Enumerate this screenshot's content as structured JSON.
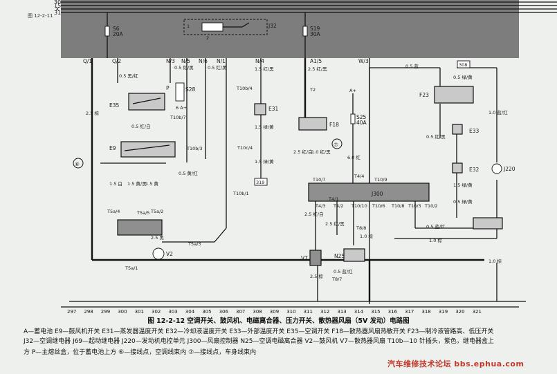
{
  "bus": {
    "lines": [
      "30",
      "15",
      "X",
      "31"
    ],
    "margin_fig_top": "图 12-2-11"
  },
  "fuses": [
    {
      "id": "S6",
      "rating": "20A"
    },
    {
      "id": "S19",
      "rating": "30A"
    },
    {
      "id": "S25",
      "rating": "40A"
    }
  ],
  "relay": {
    "id": "J32",
    "pins": [
      "1",
      "2"
    ]
  },
  "wire_tags": [
    "Q/1",
    "Q/2",
    "N/3",
    "N/5",
    "N/6",
    "N/1",
    "N/4",
    "A1/5",
    "W/3"
  ],
  "components": {
    "E35": "E35",
    "E9": "E9",
    "E31": "E31",
    "F18": "F18",
    "F23": "F23",
    "E33": "E33",
    "E32": "E32",
    "J220": "J220",
    "J300": "J300",
    "V2": "V2",
    "V7": "V7",
    "N25": "N25",
    "P": "P",
    "S28": "S28"
  },
  "connectors": [
    "T10b/7",
    "T10b/4",
    "T10b/3",
    "T10b/1",
    "T10c/4",
    "T2",
    "T5a/4",
    "T5a/5",
    "T5a/2",
    "T5a/3",
    "T5a/1",
    "T8/8",
    "T8/7",
    "T10/7",
    "T10/9",
    "T10/10",
    "T10/6",
    "T10/8",
    "T10/3",
    "T10/2",
    "T4/4",
    "T4/3",
    "T4/2",
    "T4/1"
  ],
  "wire_labels": [
    "0.5 黑/红",
    "0.5 红/黑",
    "1.5 红/黑",
    "2.5 红/黑",
    "0.5 红/黑",
    "2.5 棕",
    "0.5 红/白",
    "1.5 白",
    "1.5 黄/黑",
    "1.5 黄",
    "0.5 黄/红",
    "1.5 绿/黄",
    "1.5 绿/黄",
    "2.5 红/白",
    "1.0 红/黑",
    "6.0 红",
    "0.5 蓝",
    "0.5 绿/黄",
    "1.0 蓝/红",
    "2.5 红/白",
    "2.5 红/黑",
    "1.0 棕",
    "2.5 棕",
    "0.5 蓝/红",
    "0.5 绿/黄",
    "1.0 棕",
    "1.0 棕",
    "0.5 蓝/红",
    "0.5 红/黑",
    "2.5 黑",
    "1.5 绿/黄"
  ],
  "markers": {
    "bus_point_6": "⑥",
    "bus_point_7": "⑦",
    "ref_319": "319",
    "ref_308": "308",
    "a_plus": "A+",
    "six_a_plus": "6 A+"
  },
  "grid_numbers": [
    "297",
    "298",
    "299",
    "300",
    "301",
    "302",
    "303",
    "304",
    "305",
    "306",
    "307",
    "308",
    "309",
    "310",
    "311",
    "312",
    "313",
    "314",
    "315",
    "316",
    "317",
    "318",
    "319",
    "320",
    "321"
  ],
  "caption": {
    "title": "图 12-2-12   空调开关、鼓风机、电磁离合器、压力开关、散热器风扇（5V 发动）电路图",
    "legend_line1": "A—蓄电池   E9—鼓风机开关   E31—蒸发器温度开关   E32—冷却液温度开关   E33—外部温度开关   E35—空调开关   F18—散热器风扇热敏开关   F23—制冷液管路高、低压开关",
    "legend_line2": "J32—空调继电器   J69—起动继电器   J220—发动机电控单元   J300—风扇控制器   N25—空调电磁离合器   V2—鼓风机   V7—散热器风扇   T10b—10 针插头，紫色，继电器盒上",
    "legend_line3": "方   P—主熔丝盒，位于蓄电池上方   ⑥—接线点，空调线束内   ⑦—接线点，车身线束内"
  },
  "watermark": "汽车维修技术论坛 bbs.ephua.com",
  "colors": {
    "bus_fill": "#7d7d7d",
    "paper": "#eef0ed",
    "component_fill": "#c9c9c9",
    "watermark": "#c0392b"
  }
}
